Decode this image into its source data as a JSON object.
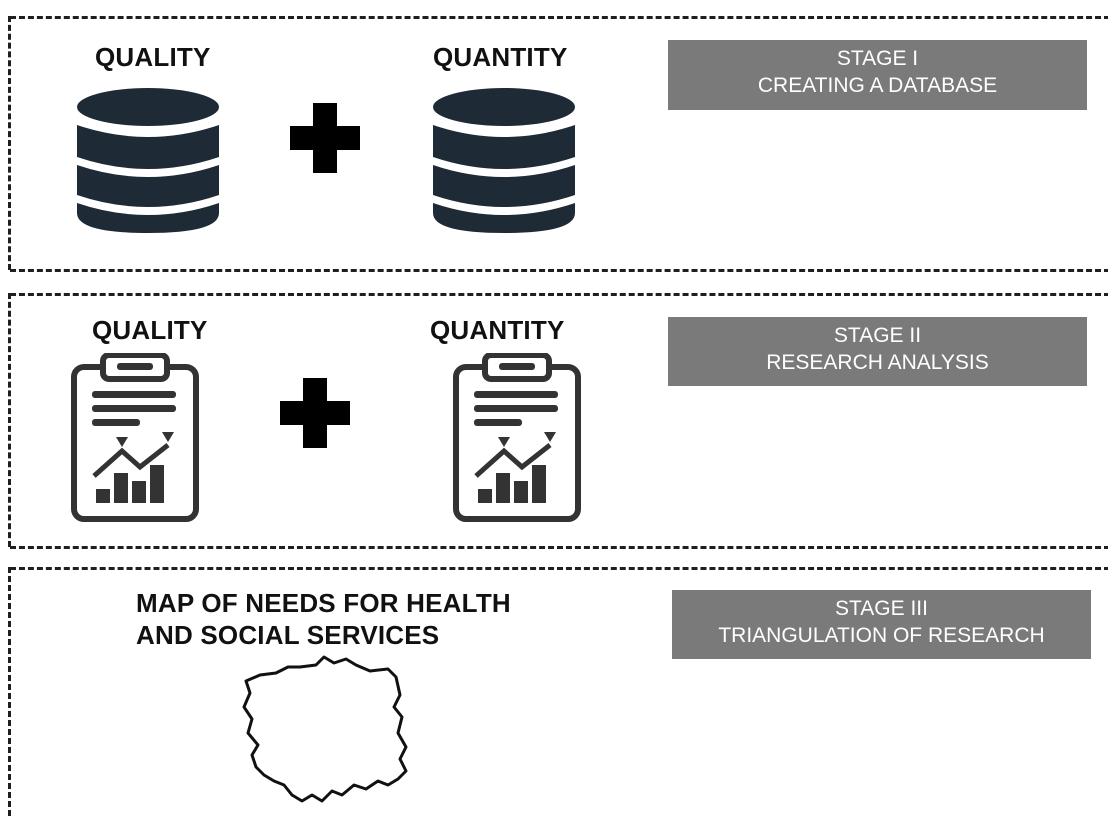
{
  "stage1": {
    "left_label": "QUALITY",
    "right_label": "QUANTITY",
    "box_line1": "STAGE I",
    "box_line2": "CREATING A DATABASE"
  },
  "stage2": {
    "left_label": "QUALITY",
    "right_label": "QUANTITY",
    "box_line1": "STAGE II",
    "box_line2": "RESEARCH ANALYSIS"
  },
  "stage3": {
    "heading_line1": "MAP OF NEEDS FOR HEALTH",
    "heading_line2": "AND SOCIAL SERVICES",
    "box_line1": "STAGE III",
    "box_line2": "TRIANGULATION OF RESEARCH"
  },
  "colors": {
    "icon_dark": "#1e2a35",
    "stage_box": "#7a7a7a",
    "plus": "#000000"
  }
}
